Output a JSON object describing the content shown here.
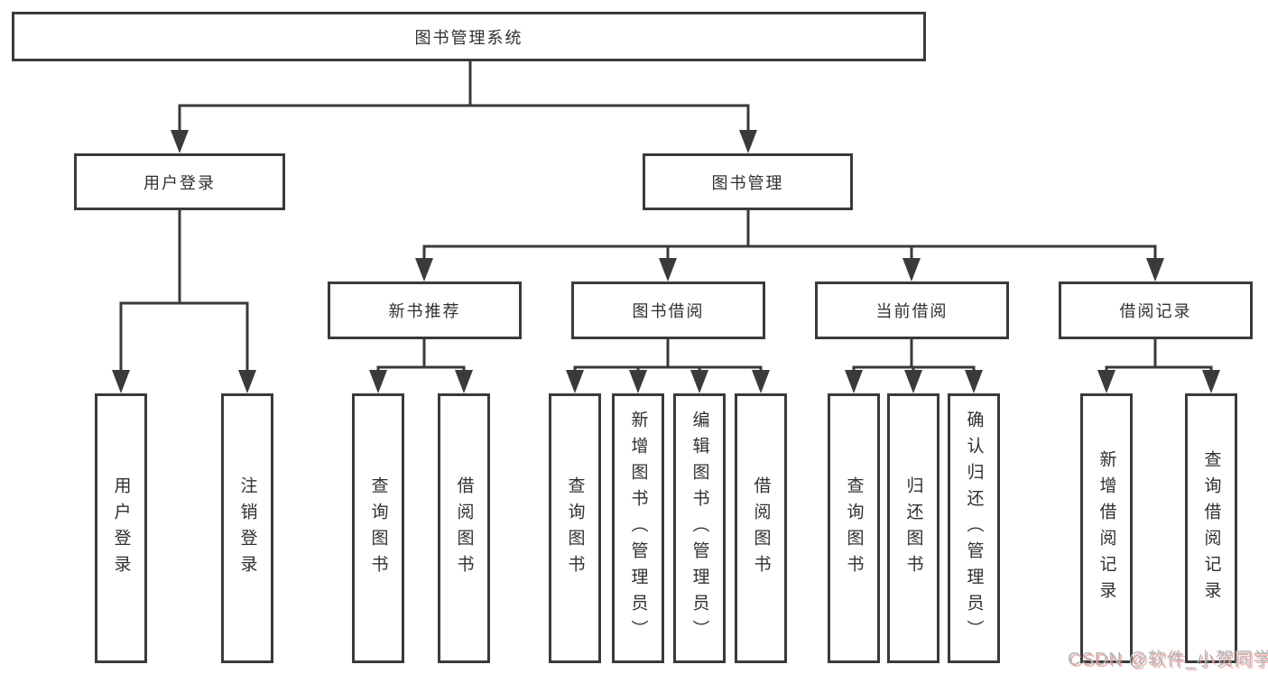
{
  "tree": {
    "label": "图书管理系统",
    "children": [
      {
        "label": "用户登录",
        "children": [
          {
            "label": "用户登录"
          },
          {
            "label": "注销登录"
          }
        ]
      },
      {
        "label": "图书管理",
        "children": [
          {
            "label": "新书推荐",
            "children": [
              {
                "label": "查询图书"
              },
              {
                "label": "借阅图书"
              }
            ]
          },
          {
            "label": "图书借阅",
            "children": [
              {
                "label": "查询图书"
              },
              {
                "label": "新增图书（管理员）"
              },
              {
                "label": "编辑图书（管理员）"
              },
              {
                "label": "借阅图书"
              }
            ]
          },
          {
            "label": "当前借阅",
            "children": [
              {
                "label": "查询图书"
              },
              {
                "label": "归还图书"
              },
              {
                "label": "确认归还（管理员）"
              }
            ]
          },
          {
            "label": "借阅记录",
            "children": [
              {
                "label": "新增借阅记录"
              },
              {
                "label": "查询借阅记录"
              }
            ]
          }
        ]
      }
    ]
  },
  "watermark": {
    "text": "CSDN @软件_小贺同学"
  },
  "colors": {
    "line": "#3a3a3a",
    "box_border": "#3a3a3a",
    "text": "#303030",
    "background": "#ffffff",
    "watermark_text": "#b5b5b5",
    "watermark_shadow": "#eb8282"
  }
}
